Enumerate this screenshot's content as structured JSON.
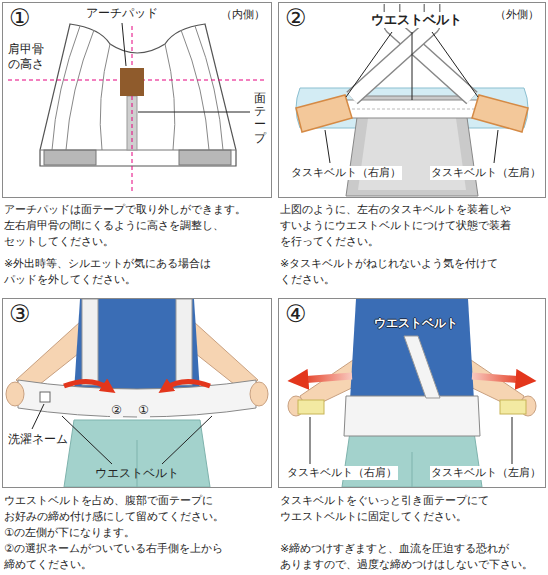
{
  "diagram": {
    "nodes": [
      {
        "text": [
          "①",
          "（内側）"
        ]
      },
      {
        "text": [
          "②",
          "（外側）"
        ]
      },
      {
        "text": [
          "③"
        ]
      },
      {
        "text": [
          "④"
        ]
      }
    ],
    "labels": [
      "アーチパッド",
      "肩甲骨 の高さ",
      "面テープ",
      "アーチパッドは面テープで取り外しができます。 左右肩甲骨の間にくるように高さを調整し、 セットしてください。",
      "※外出時等、シルエットが気にある場合は パッドを外してください。",
      "ウエストベルト",
      "タスキベルト（右肩）",
      "タスキベルト（左肩）",
      "上図のように、左右のタスキベルトを装着しや すいようにウエストベルトにつけて状態で装着 を行ってください。",
      "※タスキベルトがねじれないよう気を付けて ください。",
      "②",
      "①",
      "洗濯ネーム",
      "ウエストベルト",
      "ウエストベルトを占め、腹部で面テープに お好みの締め付け感にして留めてください。 ①の左側が下になります。 ②の選択ネームがついている右手側を上から 締めてください。",
      "ウエストベルト",
      "タスキベルト（右肩）",
      "タスキベルト（左肩）",
      "タスキベルトをぐいっと引き面テープにて ウエストベルトに固定してください。",
      "※締めつけすぎますと、血流を圧迫する恐れが ありますので、過度な締めつけはしないで下さい。"
    ]
  }
}
